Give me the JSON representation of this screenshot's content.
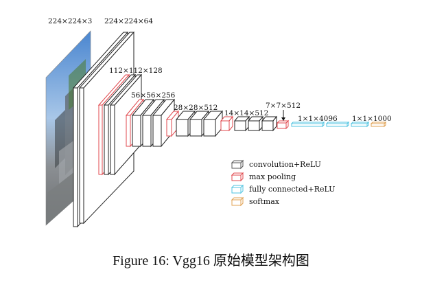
{
  "labels": {
    "input": "224×224×3",
    "conv1": "224×224×64",
    "conv2": "112×112×128",
    "conv3": "56×56×256",
    "conv4": "28×28×512",
    "conv5": "14×14×512",
    "pool5": "7×7×512",
    "fc": "1×1×4096",
    "softmax": "1×1×1000"
  },
  "legend": [
    {
      "label": "convolution+ReLU",
      "color": "#555555"
    },
    {
      "label": "max pooling",
      "color": "#e0474c"
    },
    {
      "label": "fully connected+ReLU",
      "color": "#4fc3e0"
    },
    {
      "label": "softmax",
      "color": "#e0a050"
    }
  ],
  "caption": "Figure 16: Vgg16 原始模型架构图"
}
